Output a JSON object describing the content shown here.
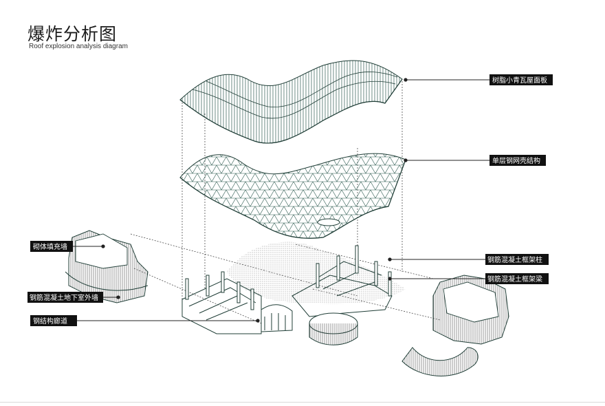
{
  "header": {
    "title": "爆炸分析图",
    "subtitle": "Roof explosion analysis diagram"
  },
  "labels": {
    "roof_panel": "树脂小青瓦屋面板",
    "steel_shell": "单层钢网壳结构",
    "infill_wall": "砌体填充墙",
    "basement_wall": "钢筋混凝土地下室外墙",
    "steel_corridor": "钢结构廊道",
    "rc_column": "钢筋混凝土框架柱",
    "rc_beam": "钢筋混凝土框架梁"
  },
  "colors": {
    "line": "#1f3d36",
    "roof_fill": "#dfeee9",
    "grid_fill": "#eaf3f0",
    "label_bg": "#111111",
    "shadow": "#b8b8b8"
  }
}
